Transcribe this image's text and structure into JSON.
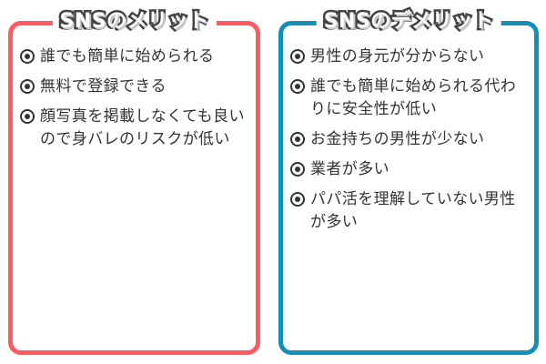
{
  "merit_panel": {
    "title": "SNSのメリット",
    "items": [
      "誰でも簡単に始められる",
      "無料で登録できる",
      "顔写真を掲載しなくても良いので身バレのリスクが低い"
    ]
  },
  "demerit_panel": {
    "title": "SNSのデメリット",
    "items": [
      "男性の身元が分からない",
      "誰でも簡単に始められる代わりに安全性が低い",
      "お金持ちの男性が少ない",
      "業者が多い",
      "パパ活を理解していない男性が多い"
    ]
  },
  "colors": {
    "merit_border": "#ff5a5f",
    "demerit_border": "#138fb8",
    "text": "#333333"
  },
  "icons": {
    "bullet": "bullseye-bullet-icon"
  }
}
